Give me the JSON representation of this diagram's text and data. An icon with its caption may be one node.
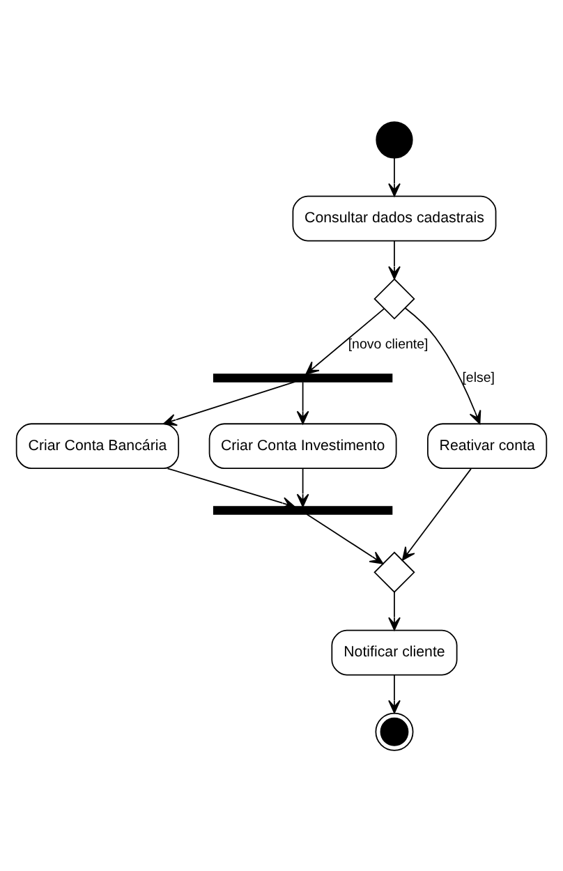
{
  "diagram": {
    "nodes": [
      {
        "text": [],
        "shape": "circle"
      },
      {
        "text": [
          "Consultar dados cadastrais"
        ]
      },
      {
        "text": [],
        "shape": "diamond"
      },
      {
        "text": [],
        "shape": "bar"
      },
      {
        "text": [
          "Reativar conta"
        ]
      },
      {
        "text": [
          "Criar Conta Bancária"
        ]
      },
      {
        "text": [
          "Criar Conta Investimento"
        ]
      },
      {
        "text": [],
        "shape": "bar"
      },
      {
        "text": [],
        "shape": "diamond"
      },
      {
        "text": [
          "Notificar cliente"
        ]
      },
      {
        "text": [],
        "shape": "circle"
      }
    ],
    "edges": [
      {
        "from": 0,
        "to": 1,
        "arrow": "to"
      },
      {
        "from": 1,
        "to": 2,
        "arrow": "to"
      },
      {
        "from": 2,
        "to": 4,
        "arrow": "to",
        "label": "[else]"
      },
      {
        "from": 2,
        "to": 3,
        "arrow": "to",
        "label": "[novo cliente]"
      },
      {
        "from": 3,
        "to": 5,
        "arrow": "to"
      },
      {
        "from": 3,
        "to": 6,
        "arrow": "to"
      },
      {
        "from": 5,
        "to": 7,
        "arrow": "to"
      },
      {
        "from": 6,
        "to": 7,
        "arrow": "to"
      },
      {
        "from": 7,
        "to": 8,
        "arrow": "to"
      },
      {
        "from": 4,
        "to": 8,
        "arrow": "to"
      },
      {
        "from": 8,
        "to": 9,
        "arrow": "to"
      },
      {
        "from": 9,
        "to": 10,
        "arrow": "to"
      }
    ]
  }
}
